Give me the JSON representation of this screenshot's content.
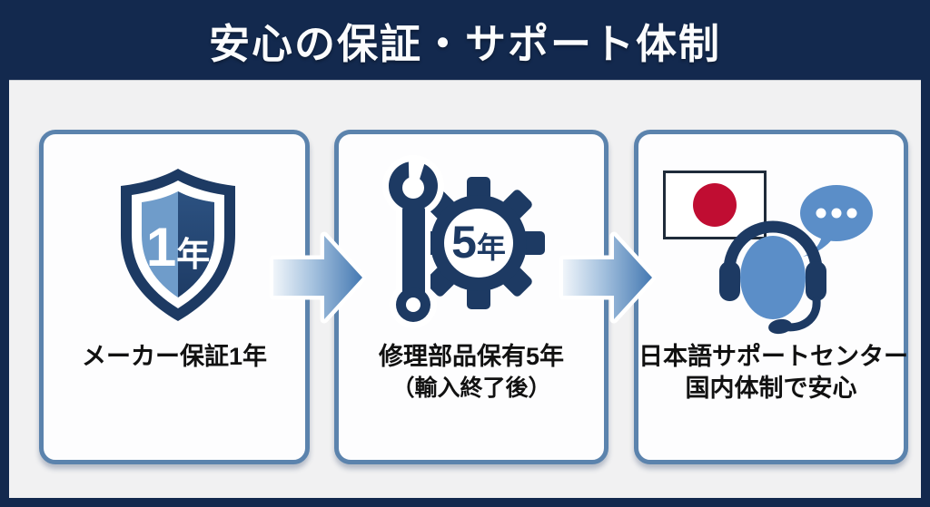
{
  "header": {
    "title": "安心の保証・サポート体制"
  },
  "steps": [
    {
      "icon": "warranty-shield-icon",
      "badge": {
        "number": "1",
        "unit": "年"
      },
      "lines": [
        "メーカー保証1年"
      ]
    },
    {
      "icon": "repair-wrench-gear-icon",
      "badge": {
        "number": "5",
        "unit": "年"
      },
      "lines": [
        "修理部品保有5年",
        "（輸入終了後）"
      ]
    },
    {
      "icon": "japan-flag-headset-support-icon",
      "lines": [
        "日本語サポートセンター",
        "国内体制で安心"
      ]
    }
  ],
  "colors": {
    "header_bg": "#13294e",
    "panel_bg": "#f1f1f2",
    "card_bg": "#fdfdfe",
    "card_border": "#5b83ad",
    "icon_navy": "#1e3a63",
    "shield_light_blue": "#6f9cca",
    "shield_dark_blue": "#284a7a",
    "accent_blue": "#5b8ec8",
    "flag_red": "#c00d32",
    "arrow_blue": "#4a7cb5",
    "label_text": "#111111"
  }
}
